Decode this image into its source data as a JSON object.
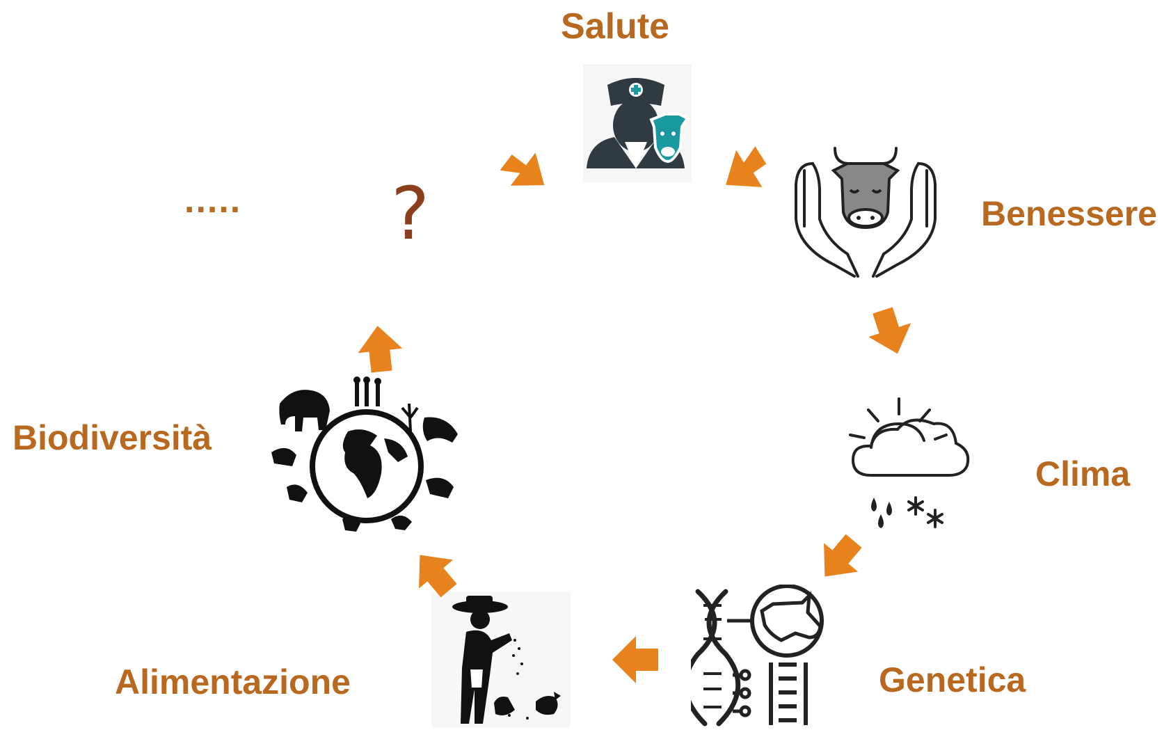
{
  "labels": {
    "salute": "Salute",
    "benessere": "Benessere",
    "clima": "Clima",
    "genetica": "Genetica",
    "alimentazione": "Alimentazione",
    "biodiversita": "Biodiversità",
    "ellipsis": ".....",
    "question": "?"
  },
  "icons": [
    "veterinarian-icon",
    "cow-in-hands-icon",
    "weather-icon",
    "dna-cow-icon",
    "farmer-feeding-chickens-icon",
    "earth-biodiversity-icon"
  ],
  "colors": {
    "label": "#b8691f",
    "arrow": "#e8821d",
    "question": "#8b3e1b",
    "icon_dark": "#2f3b40",
    "icon_teal": "#1a9aa0"
  }
}
